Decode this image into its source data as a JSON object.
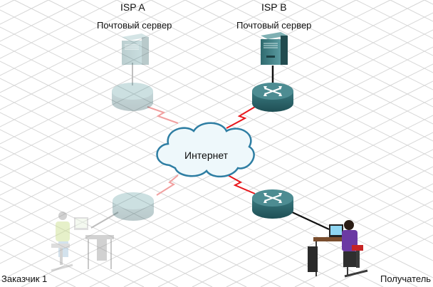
{
  "isp_a": {
    "title": "ISP A",
    "server_label": "Почтовый сервер",
    "faded": true
  },
  "isp_b": {
    "title": "ISP B",
    "server_label": "Почтовый сервер",
    "faded": false
  },
  "internet": {
    "label": "Интернет"
  },
  "sender": {
    "label": "Заказчик 1",
    "faded": true
  },
  "recipient": {
    "label": "Получатель",
    "faded": false
  },
  "colors": {
    "router_body": "#2f6b72",
    "router_top": "#4d8c92",
    "server_body": "#3d7a7e",
    "wan_link": "#e8161b",
    "lan_link": "#111111",
    "cloud_fill": "#eef8fb",
    "cloud_stroke": "#2e7ea3",
    "grid": "#d2d2d2",
    "person_shirt": "#6b3aa3",
    "person_shirt_faded": "#c9e08a"
  }
}
